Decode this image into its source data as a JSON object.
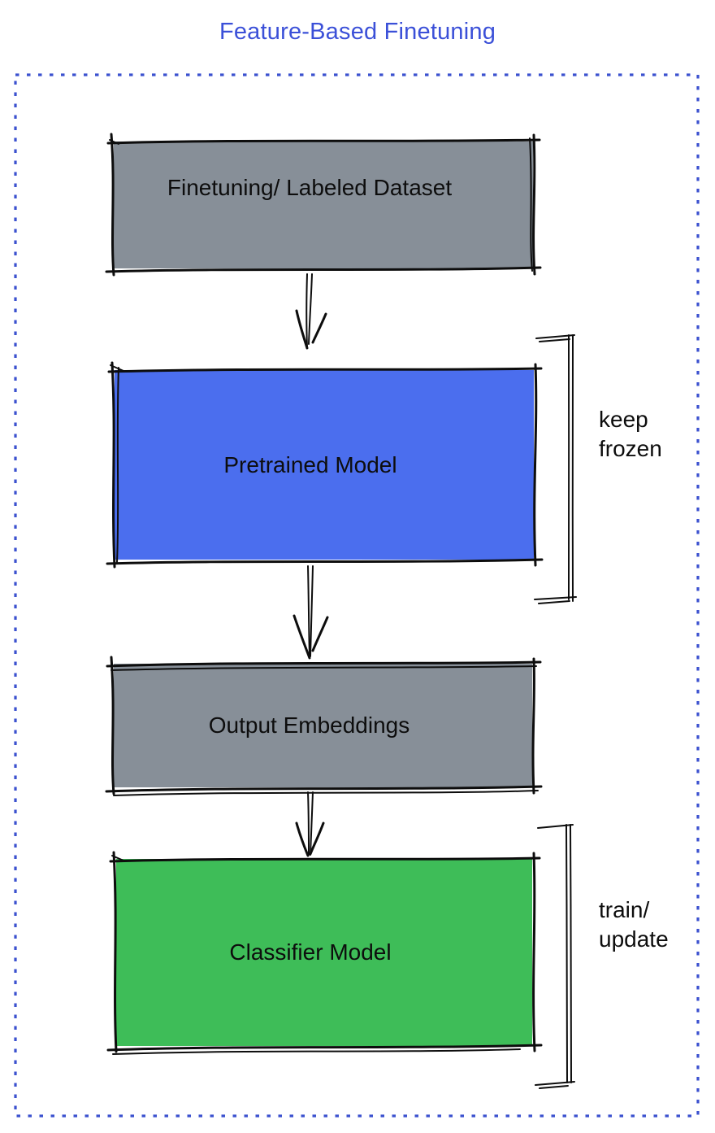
{
  "title": "Feature-Based Finetuning",
  "colors": {
    "accent_blue": "#3B50D8",
    "border_blue": "#3B51CF",
    "box_blue": "#4B6EEE",
    "box_gray": "#878F98",
    "box_green": "#3EBD58",
    "ink": "#0d0d0d"
  },
  "diagram": {
    "nodes": [
      {
        "id": "dataset",
        "label": "Finetuning/ Labeled Dataset",
        "color": "gray"
      },
      {
        "id": "pretrained",
        "label": "Pretrained Model",
        "color": "blue"
      },
      {
        "id": "embeddings",
        "label": "Output Embeddings",
        "color": "gray"
      },
      {
        "id": "classifier",
        "label": "Classifier Model",
        "color": "green"
      }
    ],
    "edges": [
      {
        "from": "dataset",
        "to": "pretrained"
      },
      {
        "from": "pretrained",
        "to": "embeddings"
      },
      {
        "from": "embeddings",
        "to": "classifier"
      }
    ],
    "annotations": [
      {
        "target": "pretrained",
        "text": "keep\nfrozen"
      },
      {
        "target": "classifier",
        "text": "train/\nupdate"
      }
    ]
  }
}
